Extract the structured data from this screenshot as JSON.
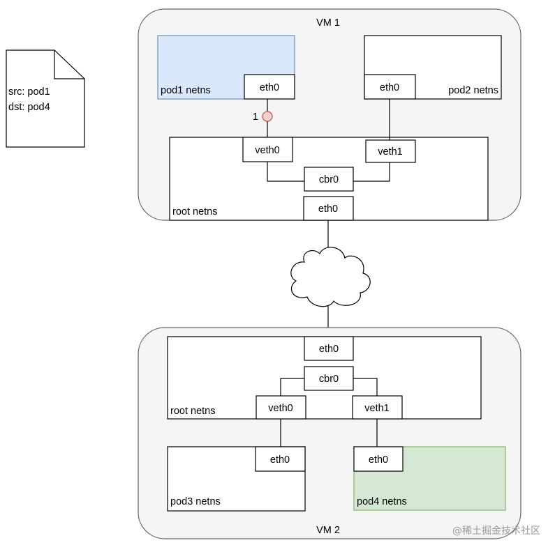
{
  "packet": {
    "src": "src: pod1",
    "dst": "dst: pod4"
  },
  "vm1": {
    "title": "VM 1",
    "pod1": {
      "label": "pod1 netns",
      "eth": "eth0"
    },
    "pod2": {
      "label": "pod2 netns",
      "eth": "eth0"
    },
    "step_label": "1",
    "root": {
      "label": "root netns",
      "veth0": "veth0",
      "veth1": "veth1",
      "bridge": "cbr0",
      "eth": "eth0"
    }
  },
  "vm2": {
    "title": "VM 2",
    "root": {
      "label": "root netns",
      "eth": "eth0",
      "bridge": "cbr0",
      "veth0": "veth0",
      "veth1": "veth1"
    },
    "pod3": {
      "label": "pod3 netns",
      "eth": "eth0"
    },
    "pod4": {
      "label": "pod4 netns",
      "eth": "eth0"
    }
  },
  "colors": {
    "pod1_fill": "#dae8fc",
    "pod1_stroke": "#6c8ebf",
    "pod4_fill": "#d5e8d4",
    "pod4_stroke": "#82b366",
    "step_fill": "#f8cecc",
    "step_stroke": "#b85450",
    "vm_fill": "#f5f5f5"
  },
  "watermark": "@稀土掘金技术社区"
}
